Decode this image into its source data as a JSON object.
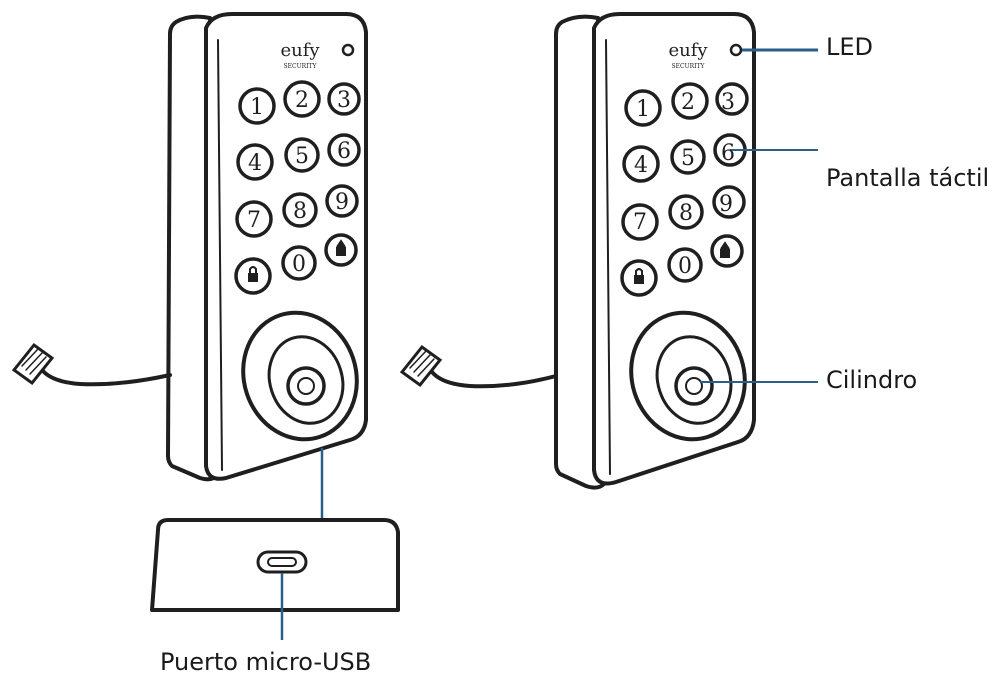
{
  "diagram": {
    "brand_text": "eufy",
    "brand_subtext": "SECURITY",
    "keypad_keys": [
      "1",
      "2",
      "3",
      "4",
      "5",
      "6",
      "7",
      "8",
      "9",
      "lock",
      "0",
      "unlock"
    ],
    "labels": {
      "led": "LED",
      "touch_screen": "Pantalla táctil",
      "cylinder": "Cilindro",
      "micro_usb": "Puerto micro-USB"
    },
    "colors": {
      "line": "#1f1f1f",
      "leader": "#2a5f8a",
      "fill": "#ffffff"
    }
  }
}
